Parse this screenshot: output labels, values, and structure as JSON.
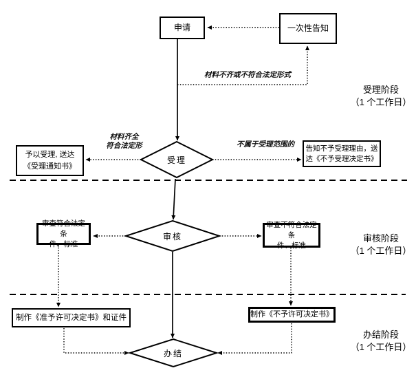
{
  "flowchart": {
    "nodes": {
      "apply": {
        "label": "申请"
      },
      "one_time_notice": {
        "label": "一次性告知"
      },
      "grant_accept": {
        "line1": "予以受理, 送达",
        "line2": "《受理通知书》"
      },
      "reject_accept": {
        "line1": "告知不予受理理由，送",
        "line2": "达《不予受理决定书》"
      },
      "accept": {
        "label": "受理"
      },
      "review": {
        "label": "审核"
      },
      "finish": {
        "label": "办结"
      },
      "review_pass": {
        "line1": "审查符合法定条",
        "line2": "件、标准"
      },
      "review_fail": {
        "line1": "审查不符合法定条",
        "line2": "件、标准"
      },
      "make_permit": {
        "label": "制作《准予许可决定书》和证件"
      },
      "make_denial": {
        "label": "制作《不予许可决定书》"
      }
    },
    "edge_labels": {
      "materials_incomplete": "材料不齐或不符合法定形式",
      "materials_complete_line1": "材料齐全",
      "materials_complete_line2": "符合法定形",
      "out_of_scope": "不属于受理范围的"
    },
    "stages": [
      {
        "name": "受理阶段",
        "duration": "（1 个工作日）"
      },
      {
        "name": "审核阶段",
        "duration": "（1 个工作日）"
      },
      {
        "name": "办结阶段",
        "duration": "（1 个工作日）"
      }
    ],
    "colors": {
      "line": "#000000",
      "background": "#ffffff"
    }
  }
}
